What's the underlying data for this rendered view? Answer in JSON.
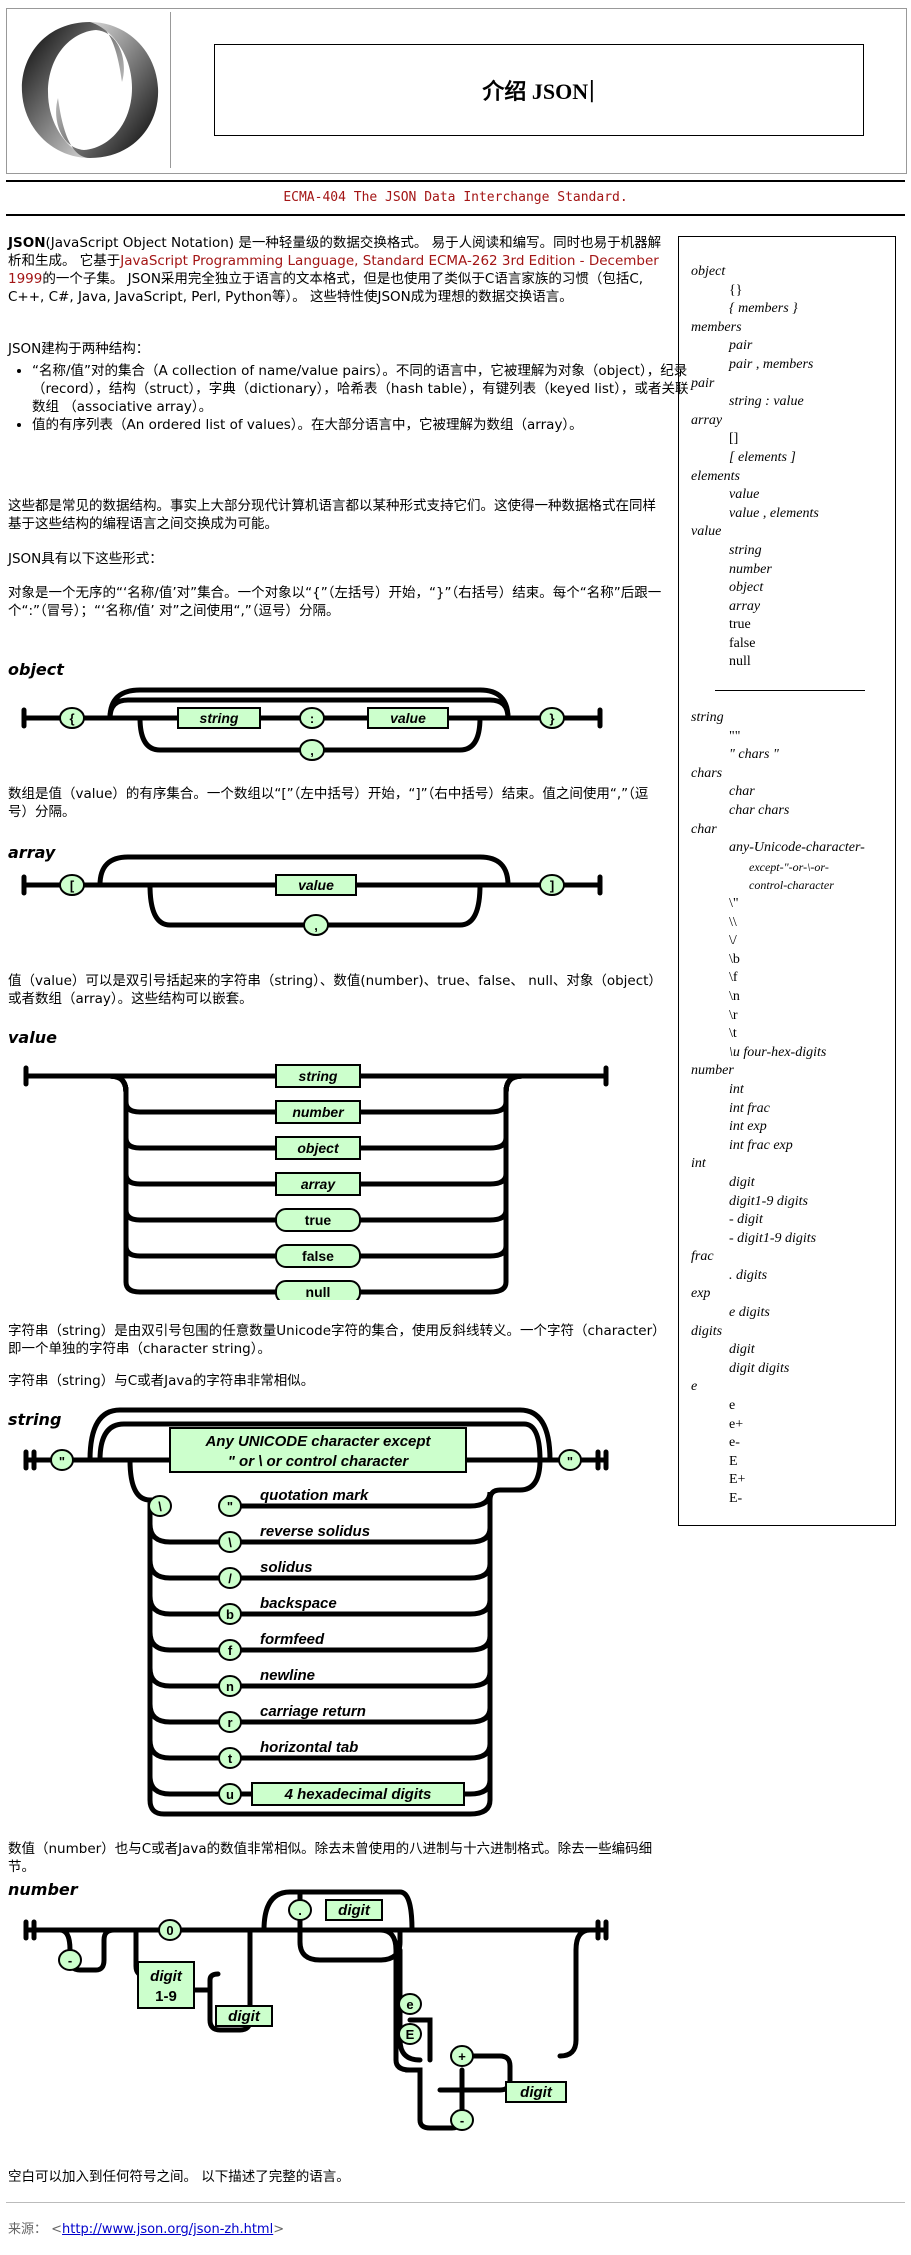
{
  "header": {
    "title": "介绍 JSON",
    "subtitle": "ECMA-404 The JSON Data Interchange Standard."
  },
  "paragraphs": {
    "p1_bold": "JSON",
    "p1_a": "(JavaScript Object Notation) 是一种轻量级的数据交换格式。 易于人阅读和编写。同时也易于机器解析和生成。 它基于",
    "p1_link": "JavaScript Programming Language, Standard ECMA-262 3rd Edition - December 1999",
    "p1_b": "的一个子集。 JSON采用完全独立于语言的文本格式，但是也使用了类似于C语言家族的习惯（包括C, C++, C#, Java, JavaScript, Perl, Python等）。 这些特性使JSON成为理想的数据交换语言。",
    "p2": "JSON建构于两种结构：",
    "li1": "“名称/值”对的集合（A collection of name/value pairs）。不同的语言中，它被理解为对象（object），纪录（record），结构（struct），字典（dictionary），哈希表（hash table），有键列表（keyed list），或者关联数组 （associative array）。",
    "li2": "值的有序列表（An ordered list of values）。在大部分语言中，它被理解为数组（array）。",
    "p3": "这些都是常见的数据结构。事实上大部分现代计算机语言都以某种形式支持它们。这使得一种数据格式在同样基于这些结构的编程语言之间交换成为可能。",
    "p4": "JSON具有以下这些形式：",
    "p5": "对象是一个无序的“‘名称/值’对”集合。一个对象以“{”（左括号）开始，“}”（右括号）结束。每个“名称”后跟一个“:”（冒号）；“‘名称/值’ 对”之间使用“,”（逗号）分隔。",
    "p6": "数组是值（value）的有序集合。一个数组以“[”（左中括号）开始，“]”（右中括号）结束。值之间使用“,”（逗号）分隔。",
    "p7": "值（value）可以是双引号括起来的字符串（string）、数值(number)、true、false、 null、对象（object）或者数组（array）。这些结构可以嵌套。",
    "p8": "字符串（string）是由双引号包围的任意数量Unicode字符的集合，使用反斜线转义。一个字符（character）即一个单独的字符串（character string）。",
    "p9": "字符串（string）与C或者Java的字符串非常相似。",
    "p10": "数值（number）也与C或者Java的数值非常相似。除去未曾使用的八进制与十六进制格式。除去一些编码细节。",
    "p11": "空白可以加入到任何符号之间。 以下描述了完整的语言。",
    "source_label": "来源：",
    "source_link": "http://www.json.org/json-zh.html"
  },
  "diagrams": {
    "object": {
      "label": "object",
      "open": "{",
      "close": "}",
      "string": "string",
      "colon": ":",
      "value": "value",
      "comma": ","
    },
    "array": {
      "label": "array",
      "open": "[",
      "close": "]",
      "value": "value",
      "comma": ","
    },
    "value": {
      "label": "value",
      "items": [
        "string",
        "number",
        "object",
        "array",
        "true",
        "false",
        "null"
      ]
    },
    "string": {
      "label": "string",
      "quote": "\"",
      "backslash": "\\",
      "any_line1": "Any UNICODE character except",
      "any_line2": "\"  or  \\  or control character",
      "escapes": [
        {
          "ch": "\"",
          "desc": "quotation mark"
        },
        {
          "ch": "\\",
          "desc": "reverse solidus"
        },
        {
          "ch": "/",
          "desc": "solidus"
        },
        {
          "ch": "b",
          "desc": "backspace"
        },
        {
          "ch": "f",
          "desc": "formfeed"
        },
        {
          "ch": "n",
          "desc": "newline"
        },
        {
          "ch": "r",
          "desc": "carriage return"
        },
        {
          "ch": "t",
          "desc": "horizontal tab"
        },
        {
          "ch": "u",
          "desc": "4 hexadecimal digits"
        }
      ]
    },
    "number": {
      "label": "number",
      "minus": "-",
      "zero": "0",
      "digit19": [
        "digit",
        "1-9"
      ],
      "digit": "digit",
      "dot": ".",
      "e": "e",
      "E": "E",
      "plus": "+"
    }
  },
  "grammar": [
    {
      "t": "object",
      "lvl": 0
    },
    {
      "t": "{}",
      "lvl": 1,
      "up": true
    },
    {
      "t": "{ members }",
      "lvl": 1
    },
    {
      "t": "members",
      "lvl": 0
    },
    {
      "t": "pair",
      "lvl": 1
    },
    {
      "t": "pair , members",
      "lvl": 1
    },
    {
      "t": "pair",
      "lvl": 0
    },
    {
      "t": "string : value",
      "lvl": 1
    },
    {
      "t": "array",
      "lvl": 0
    },
    {
      "t": "[]",
      "lvl": 1,
      "up": true
    },
    {
      "t": "[ elements ]",
      "lvl": 1
    },
    {
      "t": "elements",
      "lvl": 0
    },
    {
      "t": "value",
      "lvl": 1
    },
    {
      "t": "value , elements",
      "lvl": 1
    },
    {
      "t": "value",
      "lvl": 0
    },
    {
      "t": "string",
      "lvl": 1
    },
    {
      "t": "number",
      "lvl": 1
    },
    {
      "t": "object",
      "lvl": 1
    },
    {
      "t": "array",
      "lvl": 1
    },
    {
      "t": "true",
      "lvl": 1,
      "up": true
    },
    {
      "t": "false",
      "lvl": 1,
      "up": true
    },
    {
      "t": "null",
      "lvl": 1,
      "up": true
    }
  ],
  "grammar2": [
    {
      "t": "string",
      "lvl": 0
    },
    {
      "t": "\"\"",
      "lvl": 1,
      "up": true
    },
    {
      "t": "\" chars \"",
      "lvl": 1
    },
    {
      "t": "chars",
      "lvl": 0
    },
    {
      "t": "char",
      "lvl": 1
    },
    {
      "t": "char chars",
      "lvl": 1
    },
    {
      "t": "char",
      "lvl": 0
    },
    {
      "t": "any-Unicode-character-",
      "lvl": 1
    },
    {
      "t": "except-\"-or-\\-or-",
      "lvl": 2
    },
    {
      "t": "control-character",
      "lvl": 2
    },
    {
      "t": "\\\"",
      "lvl": 1,
      "up": true
    },
    {
      "t": "\\\\",
      "lvl": 1,
      "up": true
    },
    {
      "t": "\\/",
      "lvl": 1,
      "up": true
    },
    {
      "t": "\\b",
      "lvl": 1,
      "up": true
    },
    {
      "t": "\\f",
      "lvl": 1,
      "up": true
    },
    {
      "t": "\\n",
      "lvl": 1,
      "up": true
    },
    {
      "t": "\\r",
      "lvl": 1,
      "up": true
    },
    {
      "t": "\\t",
      "lvl": 1,
      "up": true
    },
    {
      "t": "\\u four-hex-digits",
      "lvl": 1
    },
    {
      "t": "number",
      "lvl": 0
    },
    {
      "t": "int",
      "lvl": 1
    },
    {
      "t": "int frac",
      "lvl": 1
    },
    {
      "t": "int exp",
      "lvl": 1
    },
    {
      "t": "int frac exp",
      "lvl": 1
    },
    {
      "t": "int",
      "lvl": 0
    },
    {
      "t": "digit",
      "lvl": 1
    },
    {
      "t": "digit1-9 digits",
      "lvl": 1
    },
    {
      "t": "- digit",
      "lvl": 1
    },
    {
      "t": "- digit1-9 digits",
      "lvl": 1
    },
    {
      "t": "frac",
      "lvl": 0
    },
    {
      "t": ". digits",
      "lvl": 1
    },
    {
      "t": "exp",
      "lvl": 0
    },
    {
      "t": "e digits",
      "lvl": 1
    },
    {
      "t": "digits",
      "lvl": 0
    },
    {
      "t": "digit",
      "lvl": 1
    },
    {
      "t": "digit digits",
      "lvl": 1
    },
    {
      "t": "e",
      "lvl": 0
    },
    {
      "t": "e",
      "lvl": 1,
      "up": true
    },
    {
      "t": "e+",
      "lvl": 1,
      "up": true
    },
    {
      "t": "e-",
      "lvl": 1,
      "up": true
    },
    {
      "t": "E",
      "lvl": 1,
      "up": true
    },
    {
      "t": "E+",
      "lvl": 1,
      "up": true
    },
    {
      "t": "E-",
      "lvl": 1,
      "up": true
    }
  ],
  "colors": {
    "token_fill": "#ccffcc",
    "link": "#a31515"
  }
}
